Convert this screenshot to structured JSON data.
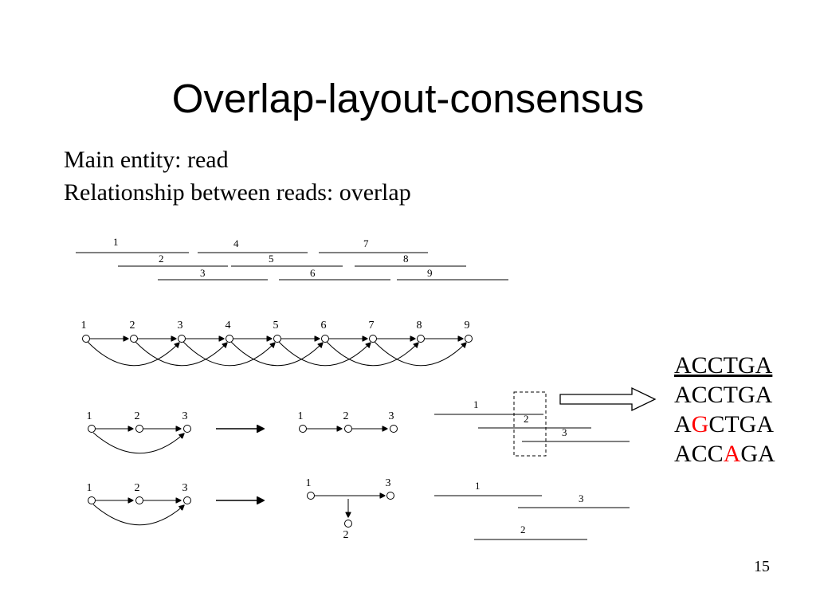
{
  "slide": {
    "title": "Overlap-layout-consensus",
    "body_lines": [
      "Main entity: read",
      "Relationship between reads: overlap"
    ],
    "page_number": "15"
  },
  "layout_reads": {
    "row1": [
      "1",
      "4",
      "7"
    ],
    "row2": [
      "2",
      "5",
      "8"
    ],
    "row3": [
      "3",
      "6",
      "9"
    ]
  },
  "overlap_graph": {
    "nodes": [
      "1",
      "2",
      "3",
      "4",
      "5",
      "6",
      "7",
      "8",
      "9"
    ]
  },
  "example_top": {
    "graph_nodes": [
      "1",
      "2",
      "3"
    ],
    "reduced_nodes": [
      "1",
      "2",
      "3"
    ],
    "reads": [
      "1",
      "2",
      "3"
    ]
  },
  "example_bottom": {
    "graph_nodes": [
      "1",
      "2",
      "3"
    ],
    "reduced_nodes": [
      "1",
      "3",
      "2"
    ],
    "reads": [
      "1",
      "3",
      "2"
    ]
  },
  "consensus": {
    "rows": [
      {
        "pre": "ACCTGA",
        "red": "",
        "post": ""
      },
      {
        "pre": "ACCTGA",
        "red": "",
        "post": ""
      },
      {
        "pre": "A",
        "red": "G",
        "post": "CTGA"
      },
      {
        "pre": "ACC",
        "red": "A",
        "post": "GA"
      }
    ]
  },
  "colors": {
    "highlight": "#ff0000"
  }
}
